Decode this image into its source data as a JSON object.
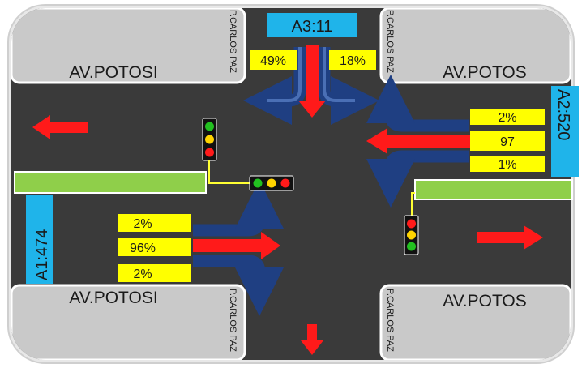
{
  "blocks": {
    "top_left": "AV.POTOSI",
    "top_right": "AV.POTOS",
    "bottom_left": "AV.POTOSI",
    "bottom_right": "AV.POTOS",
    "vertical_street": "P.CARLOS PAZ"
  },
  "approaches": {
    "north": {
      "label": "A3:11",
      "left_pct": "49%",
      "right_pct": "18%"
    },
    "east": {
      "label": "A2:520",
      "top_pct": "2%",
      "middle_pct": "97",
      "bottom_pct": "1%"
    },
    "west": {
      "label": "A1:474",
      "top_pct": "2%",
      "middle_pct": "96%",
      "bottom_pct": "2%"
    }
  },
  "colors": {
    "road": "#3a3a3a",
    "block": "#c9c9c9",
    "median": "#8fcf4a",
    "label_blue": "#1fb4ea",
    "label_yellow": "#ffff00",
    "arrow_red": "#ff1a1a",
    "arrow_blue": "#1f3f82",
    "pole_yellow": "#ffff33"
  },
  "icons": {
    "traffic_light": "traffic-light-icon",
    "arrow": "arrow-icon"
  }
}
